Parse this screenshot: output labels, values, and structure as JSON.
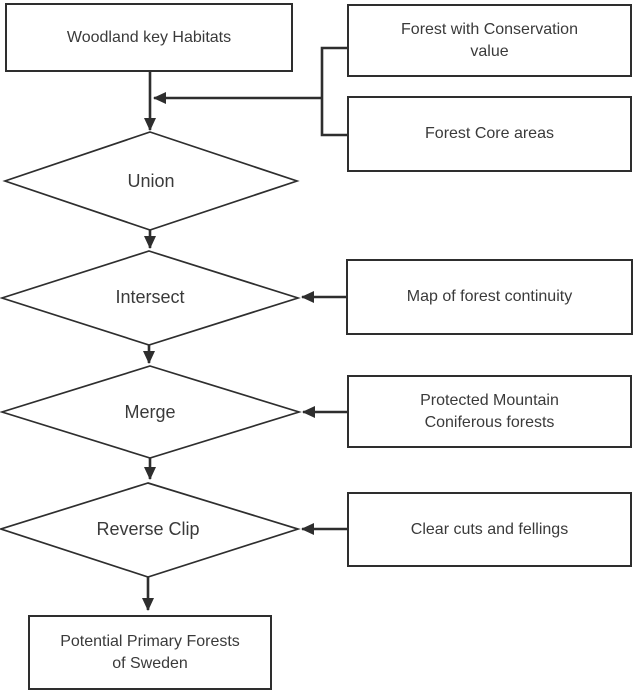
{
  "colors": {
    "line": "#2e2e2e",
    "text": "#3a3a3a",
    "background": "#ffffff"
  },
  "nodes": {
    "woodland": {
      "label": "Woodland key Habitats",
      "type": "input"
    },
    "conservation": {
      "label": "Forest with Conservation\nvalue",
      "type": "input"
    },
    "core": {
      "label": "Forest Core areas",
      "type": "input"
    },
    "union": {
      "label": "Union",
      "type": "operation"
    },
    "intersect": {
      "label": "Intersect",
      "type": "operation"
    },
    "continuity": {
      "label": "Map of forest continuity",
      "type": "input"
    },
    "merge": {
      "label": "Merge",
      "type": "operation"
    },
    "protected": {
      "label": "Protected Mountain\nConiferous forests",
      "type": "input"
    },
    "reverseclip": {
      "label": "Reverse Clip",
      "type": "operation"
    },
    "clearcuts": {
      "label": "Clear cuts and fellings",
      "type": "input"
    },
    "output": {
      "label": "Potential Primary Forests\nof Sweden",
      "type": "output"
    }
  },
  "edges": [
    {
      "from": "Woodland key Habitats",
      "to": "Union"
    },
    {
      "from": "Forest with Conservation value",
      "to": "Union"
    },
    {
      "from": "Forest Core areas",
      "to": "Union"
    },
    {
      "from": "Union",
      "to": "Intersect"
    },
    {
      "from": "Map of forest continuity",
      "to": "Intersect"
    },
    {
      "from": "Intersect",
      "to": "Merge"
    },
    {
      "from": "Protected Mountain Coniferous forests",
      "to": "Merge"
    },
    {
      "from": "Merge",
      "to": "Reverse Clip"
    },
    {
      "from": "Clear cuts and fellings",
      "to": "Reverse Clip"
    },
    {
      "from": "Reverse Clip",
      "to": "Potential Primary Forests of Sweden"
    }
  ]
}
